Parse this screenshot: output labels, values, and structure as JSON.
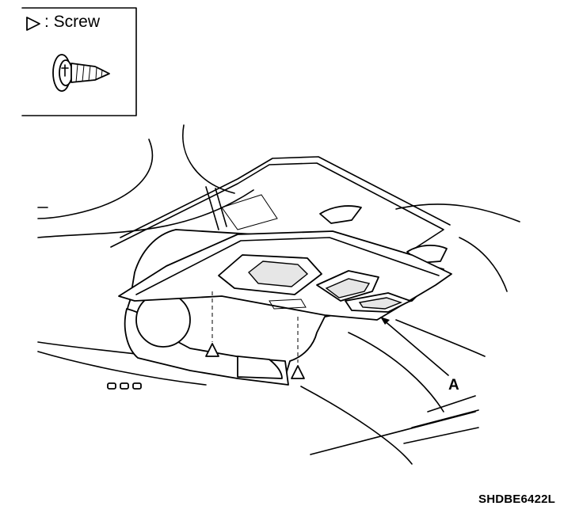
{
  "legend": {
    "symbol": "▷",
    "label": ": Screw"
  },
  "callout": {
    "label": "A"
  },
  "figure_code": "SHDBE6422L"
}
